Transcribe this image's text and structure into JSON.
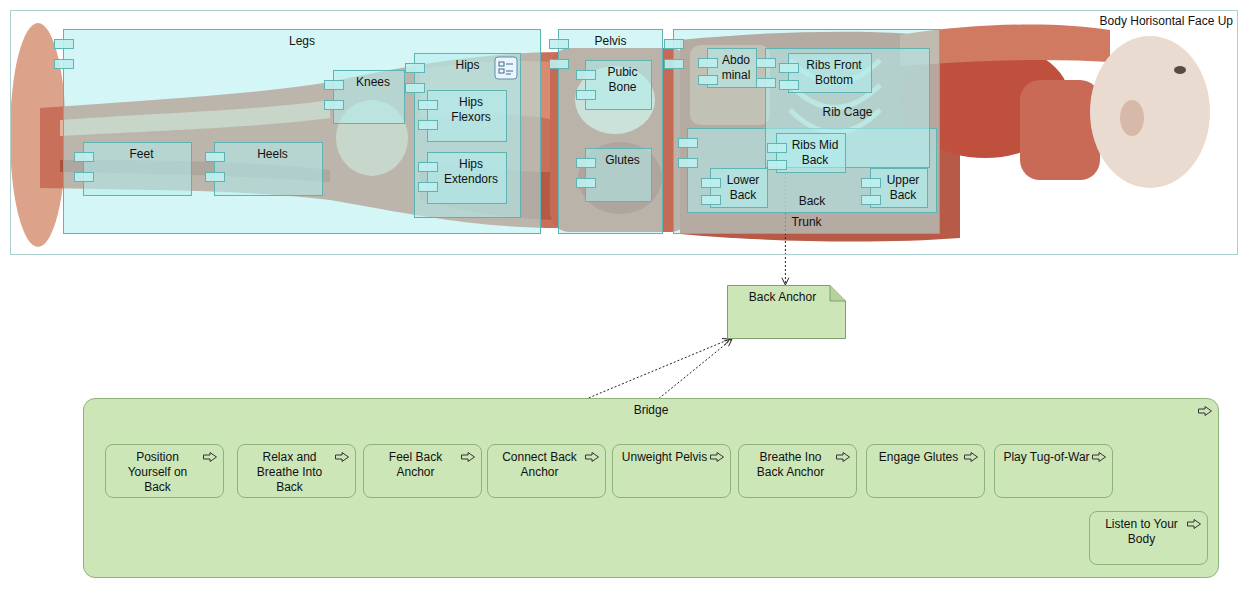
{
  "diagram": {
    "nodes": [
      {
        "text": [
          "Body Horisontal Face Up"
        ]
      },
      {
        "text": [
          "Legs"
        ],
        "in": 0
      },
      {
        "text": [
          "Knees"
        ],
        "in": 1
      },
      {
        "text": [
          "Hips"
        ],
        "in": 1
      },
      {
        "text": [
          "Hips Flexors"
        ],
        "in": 3
      },
      {
        "text": [
          "Hips Extendors"
        ],
        "in": 3
      },
      {
        "text": [
          "Feet"
        ],
        "in": 1
      },
      {
        "text": [
          "Heels"
        ],
        "in": 1
      },
      {
        "text": [
          "Pelvis"
        ],
        "in": 0
      },
      {
        "text": [
          "Pubic Bone"
        ],
        "in": 8
      },
      {
        "text": [
          "Glutes"
        ],
        "in": 8
      },
      {
        "text": [
          "Trunk"
        ],
        "in": 0
      },
      {
        "text": [
          "Abdo minal"
        ],
        "in": 11
      },
      {
        "text": [
          "Rib Cage"
        ],
        "in": 11
      },
      {
        "text": [
          "Ribs Front Bottom"
        ],
        "in": 13
      },
      {
        "text": [
          "Back"
        ],
        "in": 11
      },
      {
        "text": [
          "Ribs Mid Back"
        ],
        "in": 13
      },
      {
        "text": [
          "Lower Back"
        ],
        "in": 15
      },
      {
        "text": [
          "Upper Back"
        ],
        "in": 15
      },
      {
        "text": [
          "Back Anchor"
        ]
      },
      {
        "text": [
          "Bridge"
        ]
      },
      {
        "text": [
          "Position Yourself on Back"
        ],
        "in": 20
      },
      {
        "text": [
          "Relax and Breathe Into Back"
        ],
        "in": 20
      },
      {
        "text": [
          "Feel Back Anchor"
        ],
        "in": 20
      },
      {
        "text": [
          "Connect Back Anchor"
        ],
        "in": 20
      },
      {
        "text": [
          "Unweight Pelvis"
        ],
        "in": 20
      },
      {
        "text": [
          "Breathe Ino Back Anchor"
        ],
        "in": 20
      },
      {
        "text": [
          "Engage Glutes"
        ],
        "in": 20
      },
      {
        "text": [
          "Play Tug-of-War"
        ],
        "in": 20
      },
      {
        "text": [
          "Listen to Your Body"
        ],
        "in": 20
      }
    ],
    "edges": [
      {
        "from": 16,
        "to": 19,
        "arrow": "to"
      },
      {
        "from": 23,
        "to": 19,
        "arrow": "to"
      },
      {
        "from": 24,
        "to": 19,
        "arrow": "to"
      }
    ]
  }
}
